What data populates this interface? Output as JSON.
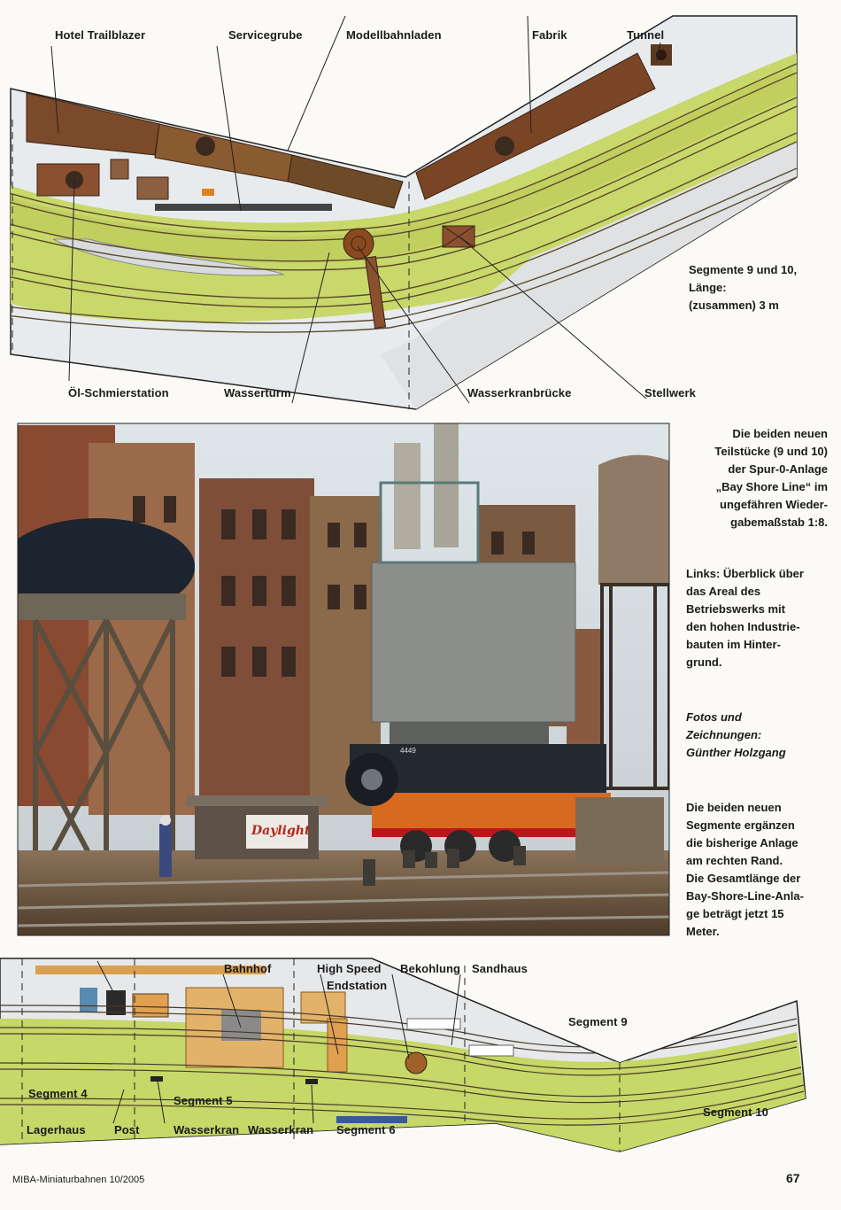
{
  "top_plan": {
    "labels": {
      "hotel": "Hotel Trailblazer",
      "service_pit": "Servicegrube",
      "model_shop": "Modellbahnladen",
      "factory": "Fabrik",
      "tunnel": "Tunnel",
      "oil_station": "Öl-Schmierstation",
      "water_tower": "Wasserturm",
      "crane_bridge": "Wasserkranbrücke",
      "signal_box": "Stellwerk"
    },
    "segment_info": [
      "Segmente 9 und 10,",
      "Länge:",
      "(zusammen) 3 m"
    ]
  },
  "photo": {
    "signs": {
      "daylight": "Daylight",
      "loco_number": "4449"
    }
  },
  "sidebar": {
    "p1": [
      "Die beiden neuen",
      "Teilstücke (9 und 10)",
      "der Spur-0-Anlage",
      "„Bay Shore Line“ im",
      "ungefähren Wieder-",
      "gabemaßstab 1:8."
    ],
    "p2": [
      "Links: Überblick über",
      "das Areal des",
      "Betriebswerks mit",
      "den hohen Industrie-",
      "bauten im Hinter-",
      "grund."
    ],
    "p3": [
      "Fotos und",
      "Zeichnungen:",
      "Günther Holzgang"
    ],
    "p4": [
      "Die beiden neuen",
      "Segmente ergänzen",
      "die bisherige Anlage",
      "am rechten Rand.",
      "Die Gesamtlänge der",
      "Bay-Shore-Line-Anla-",
      "ge beträgt jetzt 15",
      "Meter."
    ]
  },
  "bottom_plan": {
    "labels": {
      "station": "Bahnhof",
      "high_speed": "High Speed",
      "endstation": "Endstation",
      "coaling": "Bekohlung",
      "sandhouse": "Sandhaus",
      "segment9": "Segment 9",
      "segment4": "Segment 4",
      "segment5": "Segment 5",
      "segment10": "Segment 10",
      "warehouse": "Lagerhaus",
      "post": "Post",
      "water_crane1": "Wasserkran",
      "water_crane2": "Wasserkran",
      "segment6": "Segment 6"
    }
  },
  "footer": {
    "magazine": "MIBA-Miniaturbahnen 10/2005",
    "page_number": "67"
  }
}
